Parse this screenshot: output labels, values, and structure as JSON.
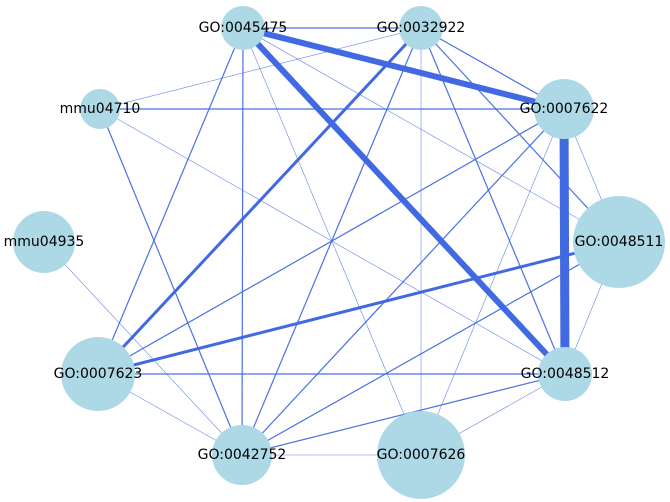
{
  "graph": {
    "node_color": "#add8e6",
    "edge_color": "#4169e1",
    "nodes": [
      {
        "id": "GO:0045475",
        "label": "GO:0045475"
      },
      {
        "id": "GO:0032922",
        "label": "GO:0032922"
      },
      {
        "id": "mmu04710",
        "label": "mmu04710"
      },
      {
        "id": "GO:0007622",
        "label": "GO:0007622"
      },
      {
        "id": "mmu04935",
        "label": "mmu04935"
      },
      {
        "id": "GO:0048511",
        "label": "GO:0048511"
      },
      {
        "id": "GO:0007623",
        "label": "GO:0007623"
      },
      {
        "id": "GO:0048512",
        "label": "GO:0048512"
      },
      {
        "id": "GO:0042752",
        "label": "GO:0042752"
      },
      {
        "id": "GO:0007626",
        "label": "GO:0007626"
      }
    ],
    "edges": [
      {
        "source": "GO:0045475",
        "target": "GO:0007622",
        "weight": "strong"
      },
      {
        "source": "GO:0045475",
        "target": "GO:0048512",
        "weight": "strong"
      },
      {
        "source": "GO:0007622",
        "target": "GO:0048512",
        "weight": "strongest"
      },
      {
        "source": "GO:0032922",
        "target": "GO:0007623",
        "weight": "medium"
      },
      {
        "source": "GO:0007623",
        "target": "GO:0048511",
        "weight": "medium"
      },
      {
        "source": "GO:0045475",
        "target": "GO:0032922",
        "weight": "thin"
      },
      {
        "source": "GO:0045475",
        "target": "GO:0007623",
        "weight": "thin"
      },
      {
        "source": "GO:0045475",
        "target": "GO:0042752",
        "weight": "thin"
      },
      {
        "source": "GO:0045475",
        "target": "GO:0007626",
        "weight": "hairline"
      },
      {
        "source": "GO:0045475",
        "target": "GO:0048511",
        "weight": "hairline"
      },
      {
        "source": "GO:0032922",
        "target": "mmu04710",
        "weight": "hairline"
      },
      {
        "source": "GO:0032922",
        "target": "GO:0007622",
        "weight": "thin"
      },
      {
        "source": "GO:0032922",
        "target": "GO:0048511",
        "weight": "thin"
      },
      {
        "source": "GO:0032922",
        "target": "GO:0048512",
        "weight": "thin"
      },
      {
        "source": "GO:0032922",
        "target": "GO:0042752",
        "weight": "thin"
      },
      {
        "source": "GO:0032922",
        "target": "GO:0007626",
        "weight": "hairline"
      },
      {
        "source": "mmu04710",
        "target": "GO:0007622",
        "weight": "thin"
      },
      {
        "source": "mmu04710",
        "target": "GO:0042752",
        "weight": "thin"
      },
      {
        "source": "mmu04710",
        "target": "GO:0048512",
        "weight": "hairline"
      },
      {
        "source": "GO:0007622",
        "target": "GO:0007623",
        "weight": "thin"
      },
      {
        "source": "GO:0007622",
        "target": "GO:0042752",
        "weight": "thin"
      },
      {
        "source": "GO:0007622",
        "target": "GO:0048511",
        "weight": "hairline"
      },
      {
        "source": "GO:0007622",
        "target": "GO:0007626",
        "weight": "hairline"
      },
      {
        "source": "mmu04935",
        "target": "GO:0042752",
        "weight": "hairline"
      },
      {
        "source": "GO:0048511",
        "target": "GO:0042752",
        "weight": "thin"
      },
      {
        "source": "GO:0048511",
        "target": "GO:0048512",
        "weight": "hairline"
      },
      {
        "source": "GO:0007623",
        "target": "GO:0048512",
        "weight": "thin"
      },
      {
        "source": "GO:0007623",
        "target": "GO:0042752",
        "weight": "hairline"
      },
      {
        "source": "GO:0048512",
        "target": "GO:0042752",
        "weight": "thin"
      },
      {
        "source": "GO:0048512",
        "target": "GO:0007626",
        "weight": "hairline"
      },
      {
        "source": "GO:0042752",
        "target": "GO:0007626",
        "weight": "hairline"
      }
    ]
  }
}
